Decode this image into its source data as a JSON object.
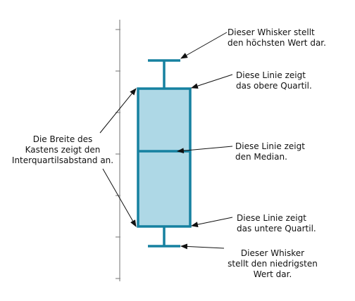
{
  "colors": {
    "box_fill": "#aed8e6",
    "box_stroke": "#1681a0",
    "axis": "#8a8a8a",
    "arrow": "#111111",
    "text": "#111111"
  },
  "boxplot": {
    "axis_ticks_count": 7
  },
  "annotations": {
    "max_whisker": "Dieser Whisker stellt\nden höchsten Wert dar.",
    "upper_quartile": "Diese Linie zeigt\ndas obere Quartil.",
    "median": "Diese Linie zeigt\nden Median.",
    "lower_quartile": "Diese Linie zeigt\ndas untere Quartil.",
    "min_whisker": "Dieser Whisker\nstellt den niedrigsten\nWert dar.",
    "box_width": "Die Breite des\nKastens zeigt den\nInterquartilsabstand an."
  }
}
